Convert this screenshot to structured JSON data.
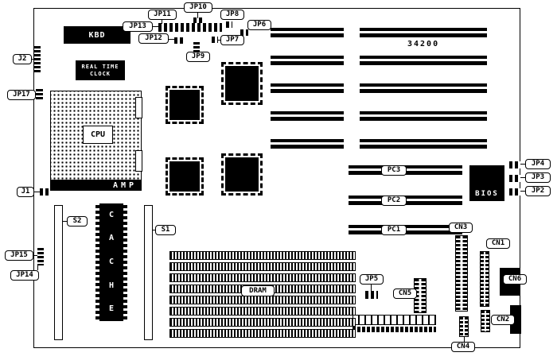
{
  "board": {
    "part_number": "34200"
  },
  "colors": {
    "ink": "#000000",
    "paper": "#ffffff"
  },
  "chips": {
    "kbd": "KBD",
    "rtc": [
      "REAL TIME",
      "CLOCK"
    ],
    "amp": "AMP",
    "bios": "BIOS",
    "cache": [
      "C",
      "A",
      "C",
      "H",
      "E"
    ]
  },
  "callouts": {
    "cpu": "CPU",
    "dram": "DRAM",
    "s1": "S1",
    "s2": "S2",
    "pc1": "PC1",
    "pc2": "PC2",
    "pc3": "PC3",
    "j1": "J1",
    "j2": "J2",
    "jp2": "JP2",
    "jp3": "JP3",
    "jp4": "JP4",
    "jp5": "JP5",
    "jp6": "JP6",
    "jp7": "JP7",
    "jp8": "JP8",
    "jp9": "JP9",
    "jp10": "JP10",
    "jp11": "JP11",
    "jp12": "JP12",
    "jp13": "JP13",
    "jp14": "JP14",
    "jp15": "JP15",
    "jp17": "JP17",
    "cn1": "CN1",
    "cn2": "CN2",
    "cn3": "CN3",
    "cn4": "CN4",
    "cn5": "CN5",
    "cn6": "CN6"
  }
}
